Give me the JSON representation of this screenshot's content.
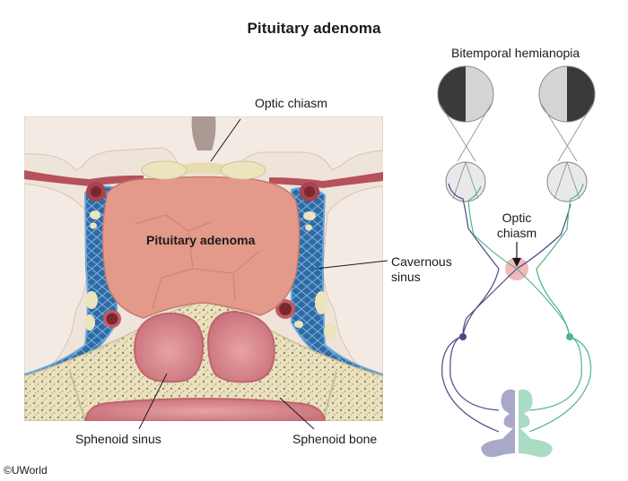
{
  "title": "Pituitary adenoma",
  "anatomy_panel": {
    "labels": {
      "optic_chiasm": "Optic chiasm",
      "pituitary_adenoma": "Pituitary adenoma",
      "cavernous_sinus_line1": "Cavernous",
      "cavernous_sinus_line2": "sinus",
      "sphenoid_sinus": "Sphenoid sinus",
      "sphenoid_bone": "Sphenoid bone"
    },
    "colors": {
      "brain": "#efe4da",
      "brain_shadow": "#d9c9bb",
      "adenoma": "#e49a8a",
      "cavernous_sinus": "#3e78b0",
      "cavernous_light": "#6aa8dc",
      "artery": "#a8424f",
      "nerve": "#ece4bc",
      "bone": "#efe6c4",
      "bone_pores": "#9a917a",
      "sinus_mucosa": "#d98888"
    }
  },
  "visual_pathway_panel": {
    "heading": "Bitemporal hemianopia",
    "chiasm_label_line1": "Optic",
    "chiasm_label_line2": "chiasm",
    "colors": {
      "visual_field_dark": "#3a3a3c",
      "visual_field_light": "#d4d5d7",
      "left_pathway": "#4a4a86",
      "right_pathway": "#4db586",
      "left_cortex": "#a8a8c8",
      "right_cortex": "#a8dcc4",
      "chiasm_lesion": "#f2b8bc"
    }
  },
  "copyright": "©UWorld"
}
